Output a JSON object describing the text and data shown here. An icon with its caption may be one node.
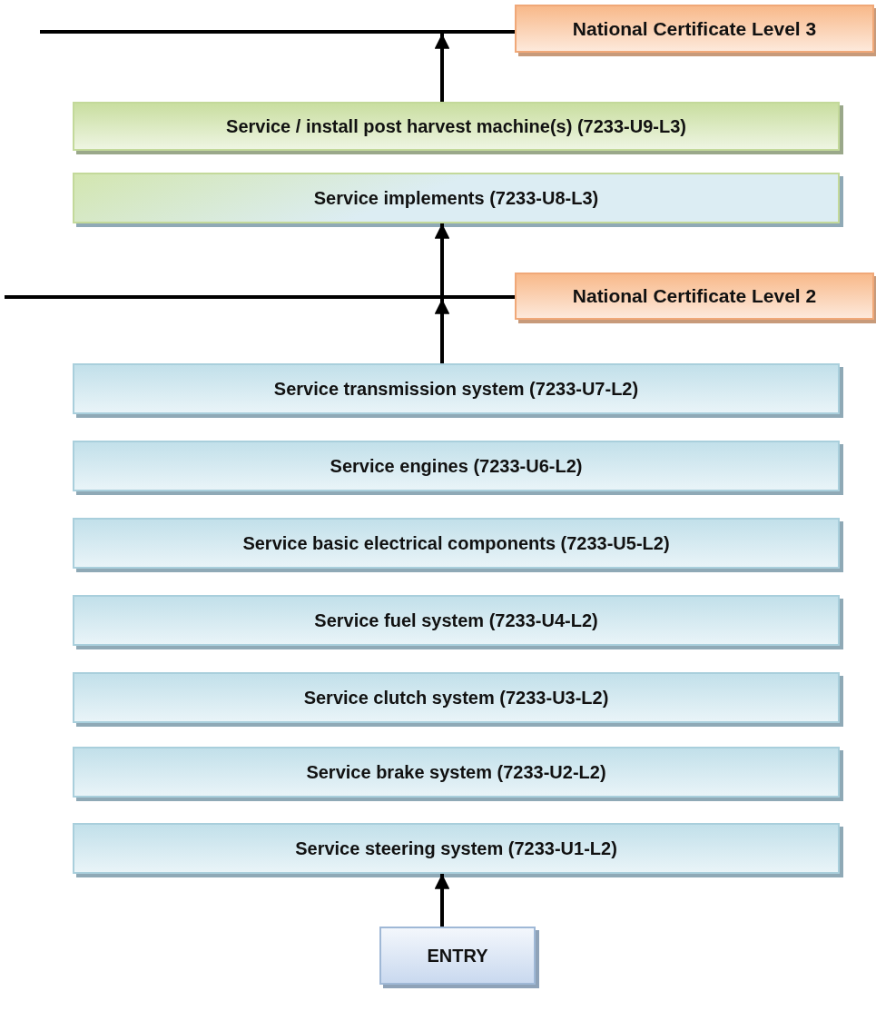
{
  "diagram": {
    "nodes": [
      {
        "text": [],
        "shape": "bar"
      },
      {
        "text": [
          "National Certificate Level 3"
        ]
      },
      {
        "text": [
          "Service / install post harvest machine(s) (7233-U9-L3)"
        ]
      },
      {
        "text": [
          "Service implements (7233-U8-L3)"
        ]
      },
      {
        "text": [],
        "shape": "bar"
      },
      {
        "text": [
          "National Certificate Level 2"
        ]
      },
      {
        "text": [
          "Service transmission system (7233-U7-L2)"
        ]
      },
      {
        "text": [
          "Service engines (7233-U6-L2)"
        ]
      },
      {
        "text": [
          "Service basic electrical components (7233-U5-L2)"
        ]
      },
      {
        "text": [
          "Service fuel system (7233-U4-L2)"
        ]
      },
      {
        "text": [
          "Service clutch system (7233-U3-L2)"
        ]
      },
      {
        "text": [
          "Service brake system (7233-U2-L2)"
        ]
      },
      {
        "text": [
          "Service steering system (7233-U1-L2)"
        ]
      },
      {
        "text": [
          "ENTRY"
        ]
      }
    ],
    "edges": [
      {
        "from": 13,
        "to": 12,
        "arrow": "to"
      },
      {
        "from": 6,
        "to": 4,
        "arrow": "to"
      },
      {
        "from": 4,
        "to": 3,
        "arrow": "to"
      },
      {
        "from": 2,
        "to": 0,
        "arrow": "to"
      }
    ]
  }
}
